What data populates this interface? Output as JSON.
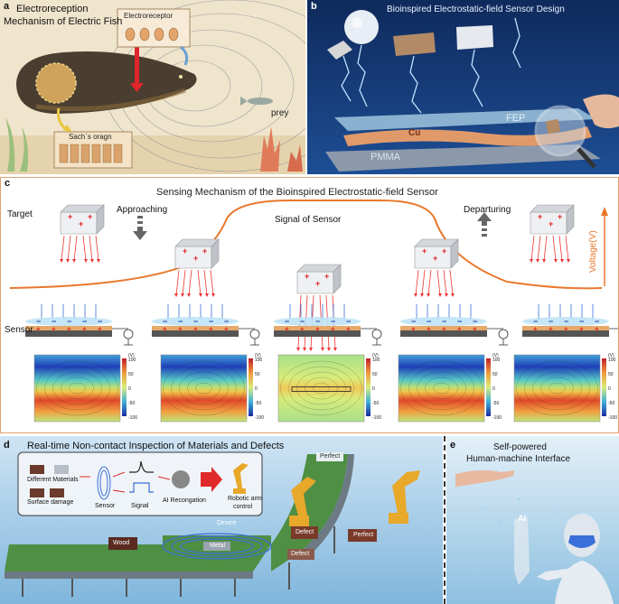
{
  "panel_a": {
    "label": "a",
    "title_line1": "Electroreception",
    "title_line2": "Mechanism of Electric Fish",
    "electroreceptor": "Electroreceptor",
    "prey": "prey",
    "sachs_organ": "Sach`s oragn"
  },
  "panel_b": {
    "label": "b",
    "title": "Bioinspired Electrostatic-field Sensor Design",
    "fep": "FEP",
    "cu": "Cu",
    "pmma": "PMMA"
  },
  "panel_c": {
    "label": "c",
    "title": "Sensing Mechanism of the Bioinspired Electrostatic-field Sensor",
    "target": "Target",
    "approaching": "Approaching",
    "signal": "Signal of Sensor",
    "departuring": "Departuring",
    "voltage_axis": "Voltage(V)",
    "sensor": "Sensor",
    "cb_unit": "(V)",
    "cb_ticks": [
      "100",
      "50",
      "0",
      "-50",
      "-100"
    ]
  },
  "panel_d": {
    "label": "d",
    "title": "Real-time Non-contact Inspection of Materials and Defects",
    "different_materials": "Different Materials",
    "surface_damage": "Surface damage",
    "sensor": "Sensor",
    "signal": "Signal",
    "ai_recognition": "AI Recongation",
    "robotic_line1": "Robotic arm",
    "robotic_line2": "control",
    "wood": "Wood",
    "metal": "Metal",
    "defect1": "Defect",
    "defect2": "Defect",
    "perfect1": "Perfect",
    "perfect2": "Perfect",
    "device": "Device"
  },
  "panel_e": {
    "label": "e",
    "title_line1": "Self-powered",
    "title_line2": "Human-machine Interface",
    "ai": "AI"
  }
}
